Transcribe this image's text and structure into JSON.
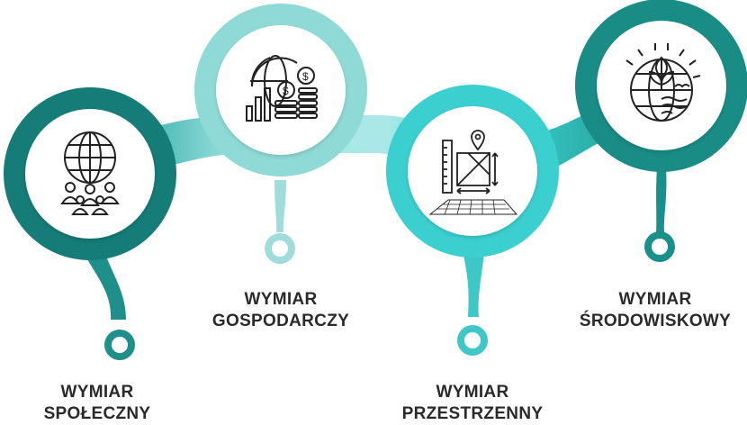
{
  "colors": {
    "dark_teal": "#0f6b67",
    "mid_teal": "#2aa9a2",
    "light_aqua": "#a7e6e4",
    "cyan": "#38d0d2",
    "icon_stroke": "#222222",
    "label_text": "#2a2a2a"
  },
  "steps": [
    {
      "line1": "WYMIAR",
      "line2": "SPOŁECZNY",
      "icon": "globe-people-icon"
    },
    {
      "line1": "WYMIAR",
      "line2": "GOSPODARCZY",
      "icon": "globe-finance-icon"
    },
    {
      "line1": "WYMIAR",
      "line2": "PRZESTRZENNY",
      "icon": "map-measure-icon"
    },
    {
      "line1": "WYMIAR",
      "line2": "ŚRODOWISKOWY",
      "icon": "globe-nature-icon"
    }
  ]
}
